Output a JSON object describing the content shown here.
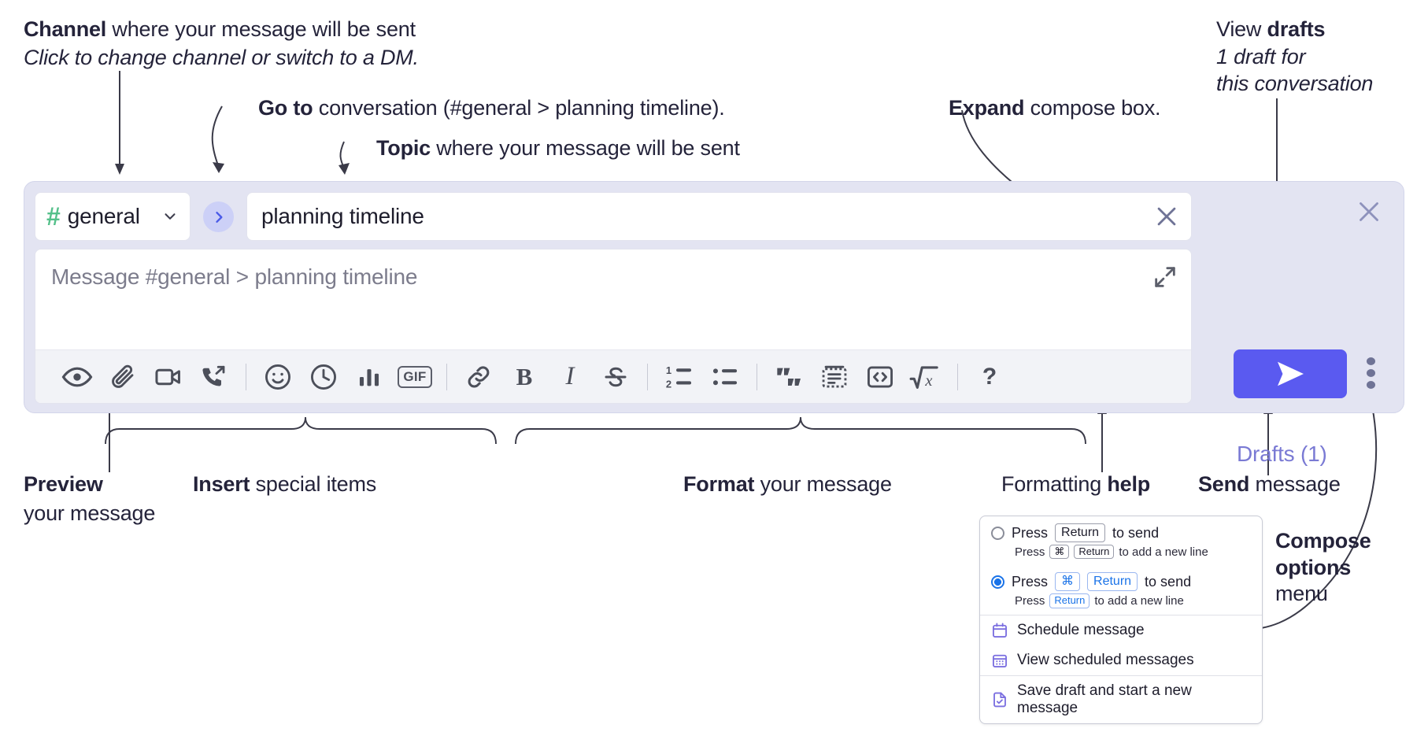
{
  "annotations": {
    "channel": {
      "strong": "Channel",
      "rest": " where your message will be sent",
      "italic": "Click to change channel or switch to a DM."
    },
    "goto": {
      "strong": "Go to",
      "rest": " conversation (#general > planning timeline)."
    },
    "topic": {
      "strong": "Topic",
      "rest": " where your message will be sent"
    },
    "expand": {
      "strong": "Expand",
      "rest": " compose box."
    },
    "drafts": {
      "pre": "View ",
      "strong": "drafts",
      "italic1": "1 draft for",
      "italic2": "this conversation"
    },
    "preview": {
      "strong": "Preview",
      "rest": "your message"
    },
    "insert": {
      "strong": "Insert",
      "rest": " special items"
    },
    "format": {
      "strong": "Format",
      "rest": " your message"
    },
    "help": {
      "pre": "Formatting ",
      "strong": "help"
    },
    "send": {
      "strong": "Send",
      "rest": " message"
    },
    "compose_options": {
      "strong1": "Compose",
      "strong2": "options",
      "rest": "menu"
    }
  },
  "compose": {
    "channel_name": "general",
    "channel_hash": "#",
    "topic_value": "planning timeline",
    "message_placeholder": "Message #general > planning timeline",
    "drafts_label": "Drafts (1)",
    "toolbar": [
      {
        "name": "preview-icon",
        "type": "icon",
        "label": "preview"
      },
      {
        "name": "attachment-icon",
        "type": "icon",
        "label": "attach file"
      },
      {
        "name": "video-icon",
        "type": "icon",
        "label": "video clip"
      },
      {
        "name": "audio-call-icon",
        "type": "icon",
        "label": "audio clip"
      },
      {
        "name": "divider",
        "type": "sep",
        "label": ""
      },
      {
        "name": "emoji-icon",
        "type": "icon",
        "label": "emoji"
      },
      {
        "name": "clock-icon",
        "type": "icon",
        "label": "reminder"
      },
      {
        "name": "poll-icon",
        "type": "icon",
        "label": "poll"
      },
      {
        "name": "gif-icon",
        "type": "text",
        "label": "GIF"
      },
      {
        "name": "divider",
        "type": "sep",
        "label": ""
      },
      {
        "name": "link-icon",
        "type": "icon",
        "label": "link"
      },
      {
        "name": "bold-icon",
        "type": "letter",
        "label": "B"
      },
      {
        "name": "italic-icon",
        "type": "letter-italic",
        "label": "I"
      },
      {
        "name": "strikethrough-icon",
        "type": "icon",
        "label": "strikethrough"
      },
      {
        "name": "divider",
        "type": "sep",
        "label": ""
      },
      {
        "name": "ordered-list-icon",
        "type": "icon",
        "label": "ordered list"
      },
      {
        "name": "bulleted-list-icon",
        "type": "icon",
        "label": "bulleted list"
      },
      {
        "name": "divider",
        "type": "sep",
        "label": ""
      },
      {
        "name": "blockquote-icon",
        "type": "icon",
        "label": "blockquote"
      },
      {
        "name": "code-block-icon",
        "type": "icon",
        "label": "code block"
      },
      {
        "name": "code-icon",
        "type": "icon",
        "label": "code"
      },
      {
        "name": "math-icon",
        "type": "icon",
        "label": "math"
      },
      {
        "name": "divider",
        "type": "sep",
        "label": ""
      },
      {
        "name": "help-icon",
        "type": "question",
        "label": "?"
      }
    ]
  },
  "options_menu": {
    "option1": {
      "pre": "Press",
      "key": "Return",
      "post": "to send",
      "sub_pre": "Press",
      "sub_key1": "⌘",
      "sub_key2": "Return",
      "sub_post": "to add a new line",
      "selected": false
    },
    "option2": {
      "pre": "Press",
      "key1": "⌘",
      "key2": "Return",
      "post": "to send",
      "sub_pre": "Press",
      "sub_key": "Return",
      "sub_post": "to add a new line",
      "selected": true
    },
    "items": [
      {
        "icon": "calendar-icon",
        "label": "Schedule message"
      },
      {
        "icon": "calendar-grid-icon",
        "label": "View scheduled messages"
      },
      {
        "icon": "save-draft-icon",
        "label": "Save draft and start a new message"
      }
    ]
  },
  "colors": {
    "panel_bg": "#e3e4f2",
    "send_button": "#5a5af0",
    "hash_green": "#54c08a",
    "drafts_purple": "#7a7ad4",
    "accent_blue": "#1a73e8",
    "menu_icon_purple": "#7b6fe0"
  }
}
